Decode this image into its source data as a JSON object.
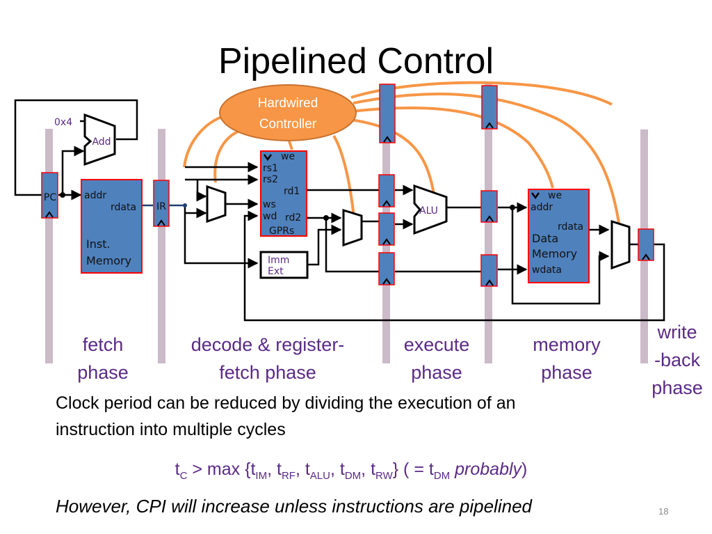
{
  "slide": {
    "title": "Pipelined Control",
    "page_number": "18"
  },
  "diagram": {
    "controller": {
      "label_line1": "Hardwired",
      "label_line2": "Controller"
    },
    "adder": {
      "label": "Add",
      "constant": "0x4"
    },
    "pc": {
      "label": "PC"
    },
    "inst_memory": {
      "addr": "addr",
      "rdata": "rdata",
      "name_line1": "Inst.",
      "name_line2": "Memory"
    },
    "ir": {
      "label": "IR"
    },
    "gprs": {
      "we": "we",
      "rs1": "rs1",
      "rs2": "rs2",
      "rd1": "rd1",
      "ws": "ws",
      "wd": "wd",
      "rd2": "rd2",
      "name": "GPRs"
    },
    "imm_ext": {
      "line1": "Imm",
      "line2": "Ext"
    },
    "alu": {
      "label": "ALU"
    },
    "data_memory": {
      "we": "we",
      "addr": "addr",
      "rdata": "rdata",
      "name_line1": "Data",
      "name_line2": "Memory",
      "wdata": "wdata"
    },
    "colors": {
      "register_fill": "#4f81bd",
      "register_border": "#ff0000",
      "control_wire": "#f79646",
      "stage_bar": "#cbbac8",
      "wire": "#000000",
      "phase_text": "#5b2a86"
    }
  },
  "phases": [
    {
      "line1": "fetch",
      "line2": "phase"
    },
    {
      "line1": "decode & register-",
      "line2": "fetch phase"
    },
    {
      "line1": "execute",
      "line2": "phase"
    },
    {
      "line1": "memory",
      "line2": "phase"
    },
    {
      "line1": "write",
      "line2": "-back",
      "line3": "phase"
    }
  ],
  "text": {
    "clock_line1": "Clock period can be reduced by dividing the execution of an",
    "clock_line2": "instruction into multiple cycles",
    "formula": {
      "t": "t",
      "c": "C",
      "gt_max": " > max {",
      "items": [
        {
          "t": "t",
          "sub": "IM"
        },
        {
          "t": "t",
          "sub": "RF"
        },
        {
          "t": "t",
          "sub": "ALU"
        },
        {
          "t": "t",
          "sub": "DM"
        },
        {
          "t": "t",
          "sub": "RW"
        }
      ],
      "sep": ", ",
      "close": "} ( = ",
      "probably_t": "t",
      "probably_sub": "DM",
      "probably": "probably",
      "end": ")"
    },
    "italic": "However, CPI will increase unless instructions are pipelined"
  }
}
